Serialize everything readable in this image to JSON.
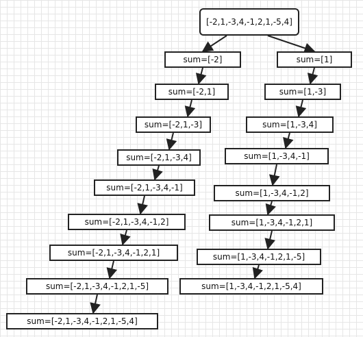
{
  "root": "[-2,1,-3,4,-1,2,1,-5,4]",
  "left_branch": [
    "sum=[-2]",
    "sum=[-2,1]",
    "sum=[-2,1,-3]",
    "sum=[-2,1,-3,4]",
    "sum=[-2,1,-3,4,-1]",
    "sum=[-2,1,-3,4,-1,2]",
    "sum=[-2,1,-3,4,-1,2,1]",
    "sum=[-2,1,-3,4,-1,2,1,-5]",
    "sum=[-2,1,-3,4,-1,2,1,-5,4]"
  ],
  "right_branch": [
    "sum=[1]",
    "sum=[1,-3]",
    "sum=[1,-3,4]",
    "sum=[1,-3,4,-1]",
    "sum=[1,-3,4,-1,2]",
    "sum=[1,-3,4,-1,2,1]",
    "sum=[1,-3,4,-1,2,1,-5]",
    "sum=[1,-3,4,-1,2,1,-5,4]"
  ]
}
